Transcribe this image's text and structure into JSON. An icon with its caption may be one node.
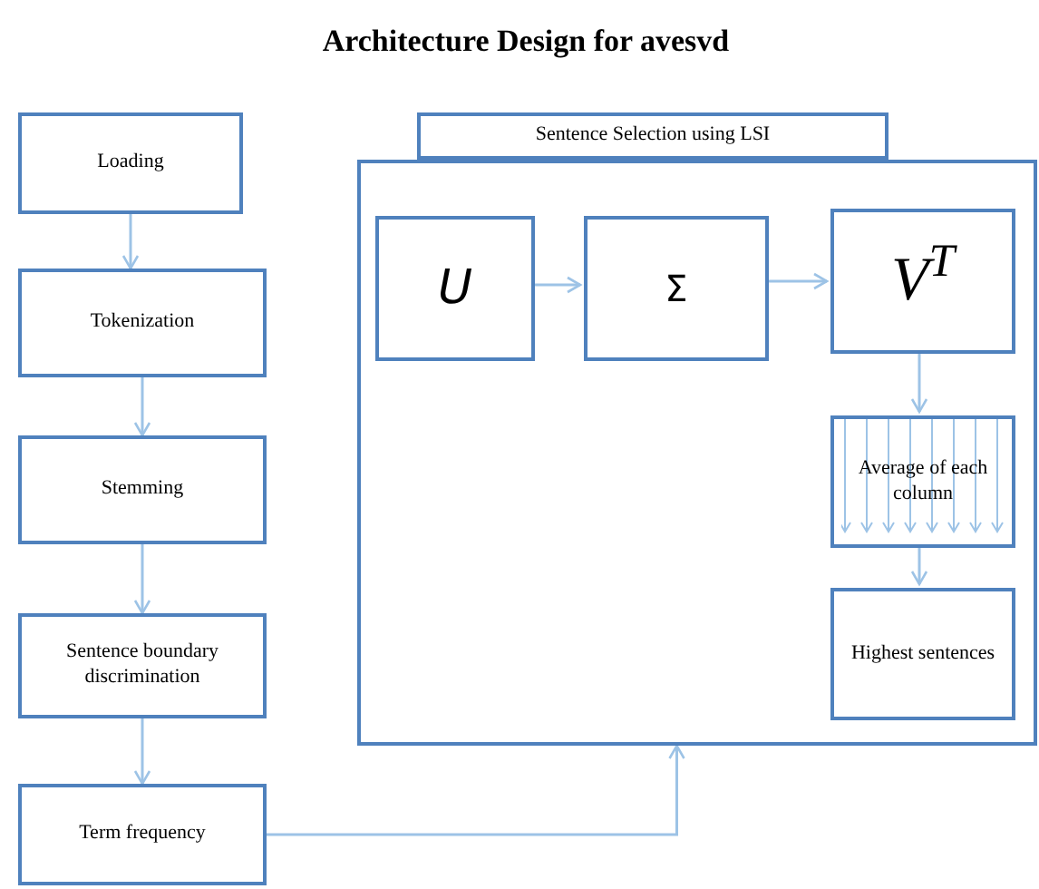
{
  "diagram": {
    "title": "Architecture Design for avesvd",
    "nodes": [
      {
        "text": [
          "Loading"
        ]
      },
      {
        "text": [
          "Tokenization"
        ]
      },
      {
        "text": [
          "Stemming"
        ]
      },
      {
        "text": [
          "Sentence boundary discrimination"
        ]
      },
      {
        "text": [
          "Term frequency"
        ]
      },
      {
        "text": [
          "Sentence Selection using LSI"
        ]
      },
      {
        "text": [],
        "shape": "box"
      },
      {
        "text": [
          "U"
        ],
        "in": 6
      },
      {
        "text": [
          "Σ"
        ],
        "in": 6
      },
      {
        "text": [
          "V$^{T}$"
        ],
        "in": 6
      },
      {
        "text": [
          "Average of each column"
        ],
        "in": 6
      },
      {
        "text": [
          "Highest sentences"
        ],
        "in": 6
      }
    ],
    "edges": [
      {
        "from": 0,
        "to": 1,
        "arrow": "to"
      },
      {
        "from": 1,
        "to": 2,
        "arrow": "to"
      },
      {
        "from": 2,
        "to": 3,
        "arrow": "to"
      },
      {
        "from": 3,
        "to": 4,
        "arrow": "to"
      },
      {
        "from": 4,
        "to": 6,
        "arrow": "to"
      },
      {
        "from": 7,
        "to": 8,
        "arrow": "to"
      },
      {
        "from": 8,
        "to": 9,
        "arrow": "to"
      },
      {
        "from": 9,
        "to": 10,
        "arrow": "to"
      },
      {
        "from": 10,
        "to": 11,
        "arrow": "to"
      }
    ]
  }
}
